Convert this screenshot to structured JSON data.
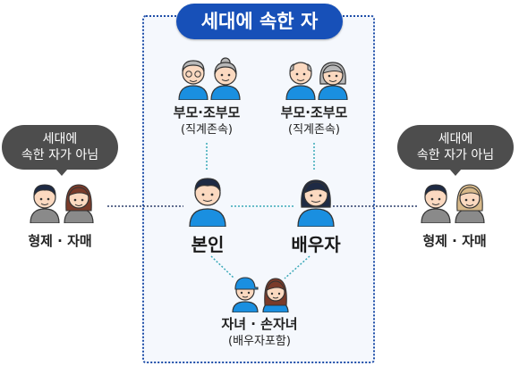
{
  "title": "세대에 속한 자",
  "outside_left": {
    "line1": "세대에",
    "line2": "속한 자가 아님"
  },
  "outside_right": {
    "line1": "세대에",
    "line2": "속한 자가 아님"
  },
  "parents_left": {
    "name": "부모·조부모",
    "sub": "(직계존속)"
  },
  "parents_right": {
    "name": "부모·조부모",
    "sub": "(직계존속)"
  },
  "self": {
    "name": "본인"
  },
  "spouse": {
    "name": "배우자"
  },
  "children": {
    "name": "자녀 · 손자녀",
    "sub": "(배우자포함)"
  },
  "siblings_left": {
    "name": "형제 · 자매"
  },
  "siblings_right": {
    "name": "형제 · 자매"
  },
  "colors": {
    "accent": "#1750b8",
    "bubble": "#4d4d4d",
    "person_blue": "#1a8fe0",
    "person_gray": "#8a8a8a",
    "line": "#1f4ea8",
    "line_teal": "#3aa9b8"
  }
}
